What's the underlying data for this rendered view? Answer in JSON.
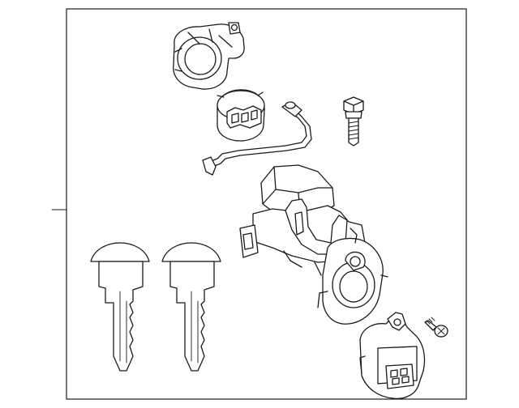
{
  "diagram": {
    "parts": [
      "lock-cylinder-housing",
      "ignition-switch-connector",
      "wire-harness",
      "bolt",
      "steering-lock-assembly",
      "key",
      "key",
      "screw",
      "immobilizer-amplifier"
    ]
  }
}
